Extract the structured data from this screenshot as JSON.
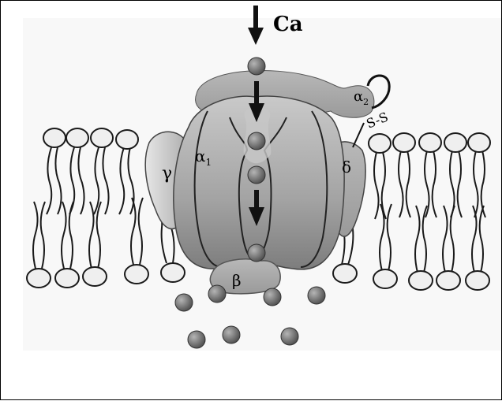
{
  "labels": {
    "ion": "Ca",
    "alpha1": "α",
    "alpha1_sub": "1",
    "alpha2": "α",
    "alpha2_sub": "2",
    "disulfide": "S-S",
    "gamma": "γ",
    "delta": "δ",
    "beta": "β"
  },
  "colors": {
    "protein": "#ababab",
    "protein_dark": "#8e8e8e",
    "ion": "#6e6e6e",
    "lipid_head": "#efefef",
    "outline": "#1a1a1a",
    "membrane_bg": "#f6f6f6"
  }
}
